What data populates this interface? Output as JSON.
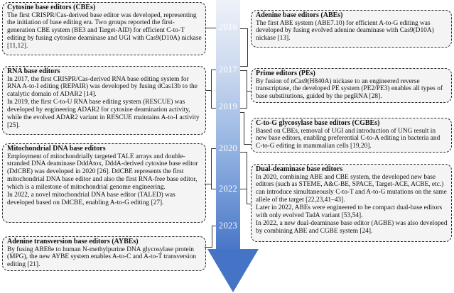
{
  "figure": {
    "type": "timeline-diagram",
    "topic": "Development timeline of CRISPR base editors",
    "arrow_color_top": "#eef2f9",
    "arrow_color_bottom": "#4472c4",
    "box_border_style": "black dashed rounded",
    "box_fill": "#f4f4f4"
  },
  "timeline": {
    "years": [
      "2016",
      "2017",
      "2019",
      "2020",
      "2022",
      "2023"
    ]
  },
  "left_boxes": [
    {
      "title": "Cytosine base editors (CBEs)",
      "paragraphs": [
        "The first CRISPR/Cas-derived base editor was developed, representing the initiation of base editing era. Two groups reported the first-generation CBE system (BE3 and Target-AID) for efficient C-to-T editing by fusing cytosine deaminase and UGI with Cas9(D10A) nickase [11,12]."
      ]
    },
    {
      "title": "RNA base editors",
      "paragraphs": [
        "In 2017, the first CRISPR/Cas-derived RNA base editing system for RNA A-to-I editing (REPAIR) was developed by fusing dCas13b to the catalytic domain of ADAR2 [14].",
        "In 2019, the first C-to-U RNA base editing system (RESCUE) was developed by engineering ADAR2 for cytosine deamination activity, while the evolved ADAR2 variant in RESCUE maintains A-to-I activity [25]."
      ]
    },
    {
      "title": "Mitochondrial DNA base editors",
      "paragraphs": [
        "Employment of mitochondrially targeted TALE arrays and double-stranded DNA deaminase DddAtox, DddA-derived cytosine base editor (DdCBE) was developed in 2020 [26]. DdCBE represents the first mitochondrial DNA base editor and also the first RNA-free base editor, which is a milestone of mitochondrial genome engineering.",
        "In 2022, a novel mitochondrial DNA base editor (TALED) was developed based on DdCBE, enabling A-to-G editing [27]."
      ]
    },
    {
      "title": "Adenine transversion base editors (AYBEs)",
      "paragraphs": [
        "By fusing ABE8e to human N-methylpurine DNA glycosylase protein (MPG), the new AYBE system enables A-to-C and A-to-T transversion editing [21]."
      ]
    }
  ],
  "right_boxes": [
    {
      "title": "Adenine base editors (ABEs)",
      "paragraphs": [
        "The first ABE system (ABE7.10) for efficient A-to-G editing was developed by fusing evolved adenine deaminase with Cas9(D10A) nickase [13]."
      ]
    },
    {
      "title": "Prime editors (PEs)",
      "paragraphs": [
        "By fusion of nCas9(H840A) nickase to an engineered reverse transcriptase, the developed PE system (PE2/PE3) enables all types of base substitutions, guided by the pegRNA [28]."
      ]
    },
    {
      "title": "C-to-G glycosylase base editors (CGBEs)",
      "paragraphs": [
        "Based on CBEs, removal of UGI and introduction of UNG result in new base editors, enabling preferential C-to-A editing in bacteria and C-to-G editing in mammalian cells [19,20]."
      ]
    },
    {
      "title": "Dual-deaminase base editors",
      "paragraphs": [
        "In 2020, combining ABE and CBE system, the developed new base editors (such as STEME, A&C-BE, SPACE, Target-ACE, ACBE, etc.) can introduce simultaneously C-to-T and A-to-G mutations on the same allele of the target [22,23,41–43].",
        "Later in 2022, ABEs were engineered to be compact dual-base editors with only evolved TadA variant [53,54].",
        "In 2022, a new dual-deaminase base editor (AGBE) was also developed by combining ABE and CGBE system [24]."
      ]
    }
  ]
}
